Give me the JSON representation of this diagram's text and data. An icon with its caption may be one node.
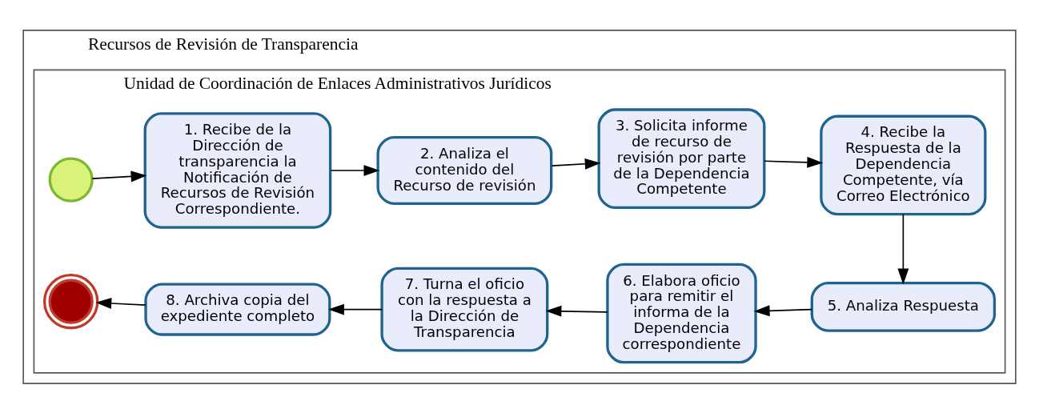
{
  "diagram": {
    "nodes": [
      {
        "text": [
          "Recursos de Revisión de Transparencia"
        ]
      },
      {
        "text": [
          "Unidad de Coordinación de Enlaces Administrativos Jurídicos"
        ],
        "in": 0
      },
      {
        "text": [],
        "shape": "circle",
        "in": 1
      },
      {
        "text": [
          "1. Recibe de la Dirección de transparencia la Notificación de Recursos de Revisión Correspondiente."
        ],
        "in": 1
      },
      {
        "text": [
          "2. Analiza el contenido del Recurso de revisión"
        ],
        "in": 1
      },
      {
        "text": [
          "3. Solicita informe de recurso de revisión por parte de la Dependencia Competente"
        ],
        "in": 1
      },
      {
        "text": [
          "4. Recibe la Respuesta de la Dependencia Competente, vía Correo Electrónico"
        ],
        "in": 1
      },
      {
        "text": [
          "5. Analiza Respuesta"
        ],
        "in": 1
      },
      {
        "text": [
          "6. Elabora oficio para remitir el informa de la Dependencia correspondiente"
        ],
        "in": 1
      },
      {
        "text": [
          "7. Turna el oficio con la respuesta a la Dirección de Transparencia"
        ],
        "in": 1
      },
      {
        "text": [
          "8. Archiva copia del expediente completo"
        ],
        "in": 1
      },
      {
        "text": [],
        "shape": "circle",
        "in": 1
      }
    ],
    "edges": [
      {
        "from": 2,
        "to": 3,
        "arrow": "to"
      },
      {
        "from": 3,
        "to": 4,
        "arrow": "to"
      },
      {
        "from": 4,
        "to": 5,
        "arrow": "to"
      },
      {
        "from": 5,
        "to": 6,
        "arrow": "to"
      },
      {
        "from": 6,
        "to": 7,
        "arrow": "to"
      },
      {
        "from": 7,
        "to": 8,
        "arrow": "to"
      },
      {
        "from": 8,
        "to": 9,
        "arrow": "to"
      },
      {
        "from": 9,
        "to": 10,
        "arrow": "to"
      },
      {
        "from": 10,
        "to": 11,
        "arrow": "to"
      }
    ]
  }
}
